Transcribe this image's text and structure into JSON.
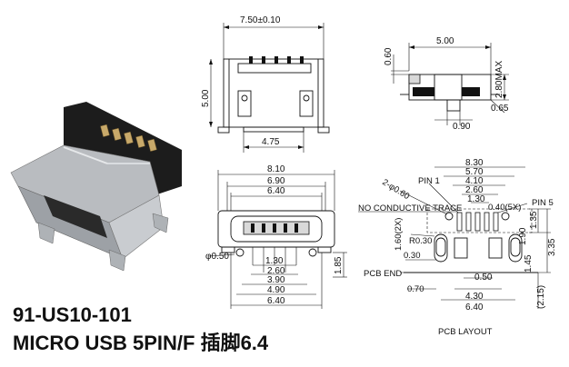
{
  "titles": {
    "part_number": "91-US10-101",
    "description": "MICRO USB 5PIN/F 插脚6.4"
  },
  "front_view": {
    "top_width": "7.50±0.10",
    "height": "5.00",
    "bottom_width": "4.75"
  },
  "side_view": {
    "length": "5.00",
    "top_offset": "0.60",
    "max_height": "2.80MAX",
    "pin_offset": "0.90",
    "pin_thickness": "0.65"
  },
  "bottom_view": {
    "w1": "8.10",
    "w2": "6.90",
    "w3": "6.40",
    "h": "1.85",
    "hole": "φ0.50",
    "p1": "1.30",
    "p2": "2.60",
    "p3": "3.90",
    "p4": "4.90",
    "p5": "6.40"
  },
  "pcb_layout": {
    "caption": "PCB LAYOUT",
    "top_dims": [
      "8.30",
      "5.70",
      "4.10",
      "2.60",
      "1.30"
    ],
    "pin1": "PIN 1",
    "pin5": "PIN 5",
    "holes": "2-φ0.60",
    "no_conductive": "NO CONDUCTIVE TRACE",
    "pitch": "0.40(5X)",
    "pad_w": "1.60(2X)",
    "radius": "R0.30",
    "pad_gap": "0.30",
    "pcb_end": "PCB END",
    "edge": "0.70",
    "b1": "0.50",
    "b2": "4.30",
    "b3": "6.40",
    "r1": "1.35",
    "r2": "1.90",
    "r3": "3.35",
    "r4": "1.45",
    "r5": "(2.15)"
  }
}
